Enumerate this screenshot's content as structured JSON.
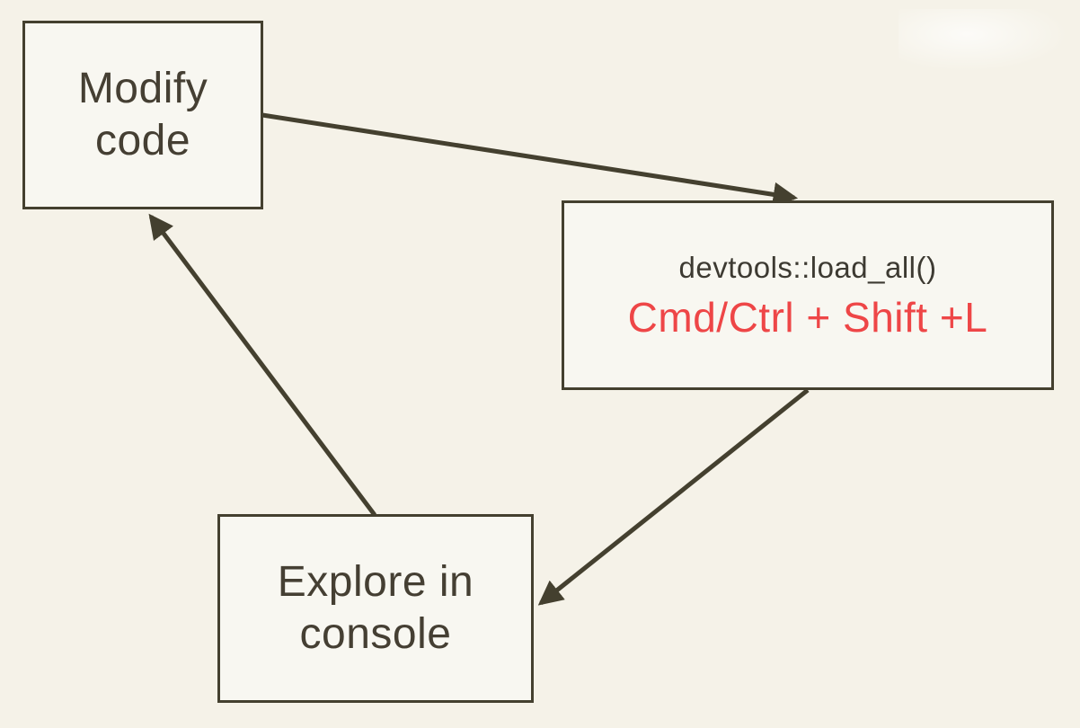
{
  "diagram": {
    "nodes": {
      "modify_code": {
        "lines": [
          "Modify",
          "code"
        ]
      },
      "load_all": {
        "code": "devtools::load_all()",
        "shortcut": "Cmd/Ctrl + Shift +L"
      },
      "explore_console": {
        "lines": [
          "Explore in",
          "console"
        ]
      }
    },
    "arrows": [
      {
        "name": "modify-to-load-all",
        "from": "modify_code",
        "to": "load_all"
      },
      {
        "name": "load-all-to-explore",
        "from": "load_all",
        "to": "explore_console"
      },
      {
        "name": "explore-to-modify",
        "from": "explore_console",
        "to": "modify_code"
      }
    ],
    "colors": {
      "background": "#f5f2e8",
      "node_fill": "#f8f7f1",
      "stroke": "#44402f",
      "text": "#453f33",
      "shortcut_red": "#ee4647"
    }
  }
}
